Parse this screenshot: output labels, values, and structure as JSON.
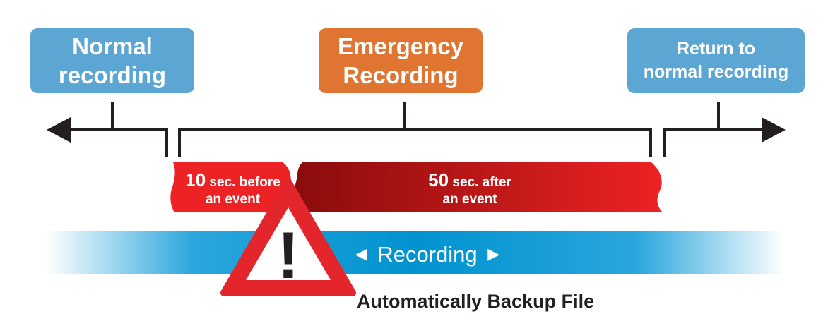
{
  "boxes": {
    "normal": {
      "line1": "Normal",
      "line2": "recording"
    },
    "emergency": {
      "line1": "Emergency",
      "line2": "Recording"
    },
    "return": {
      "line1": "Return to",
      "line2": "normal recording"
    }
  },
  "red_band": {
    "before": {
      "number": "10",
      "text1": " sec. before",
      "text2": "an event"
    },
    "after": {
      "number": "50",
      "text1": " sec. after",
      "text2": "an event"
    }
  },
  "recording_bar": {
    "label": "Recording",
    "left_arrow": "◀",
    "right_arrow": "▶"
  },
  "warning": {
    "glyph": "!",
    "icon": "warning-triangle-icon"
  },
  "backup_label": "Automatically Backup File",
  "colors": {
    "normal_box": "#5ba6d2",
    "emergency_box": "#e07532",
    "red_dark": "#8a0c0c",
    "red_bright": "#ed2224",
    "recording_bar": "#0093d0",
    "line": "#231f20"
  }
}
